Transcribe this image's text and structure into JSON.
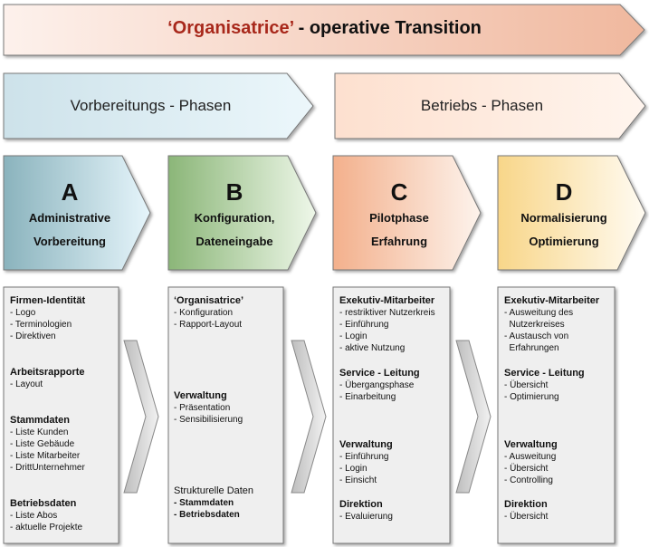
{
  "banner": {
    "title_highlight": "‘Organisatrice’",
    "title_rest": " - operative Transition"
  },
  "phases": [
    {
      "label": "Vorbereitungs - Phasen"
    },
    {
      "label": "Betriebs - Phasen"
    }
  ],
  "stages": [
    {
      "letter": "A",
      "line1": "Administrative",
      "line2": "Vorbereitung",
      "gradient": [
        "#8fb6bf",
        "#e8f6fb"
      ]
    },
    {
      "letter": "B",
      "line1": "Konfiguration,",
      "line2": "Dateneingabe",
      "gradient": [
        "#8db67a",
        "#eef6e8"
      ]
    },
    {
      "letter": "C",
      "line1": "Pilotphase",
      "line2": "Erfahrung",
      "gradient": [
        "#f2b592",
        "#fdf2ea"
      ]
    },
    {
      "letter": "D",
      "line1": "Normalisierung",
      "line2": "Optimierung",
      "gradient": [
        "#f8d88e",
        "#fffaf0"
      ]
    }
  ],
  "cards": [
    {
      "sections": [
        {
          "heading": "Firmen-Identität",
          "items": [
            "- Logo",
            "- Terminologien",
            "- Direktiven"
          ]
        },
        {
          "heading": "Arbeitsrapporte",
          "items": [
            "- Layout"
          ]
        },
        {
          "heading": "Stammdaten",
          "items": [
            "- Liste Kunden",
            "- Liste Gebäude",
            "- Liste Mitarbeiter",
            "- DrittUnternehmer"
          ]
        },
        {
          "heading": "Betriebsdaten",
          "items": [
            "- Liste Abos",
            "- aktuelle Projekte"
          ]
        }
      ]
    },
    {
      "sections": [
        {
          "heading": "‘Organisatrice’",
          "items": [
            "- Konfiguration",
            "- Rapport-Layout"
          ]
        },
        {
          "heading": "Verwaltung",
          "items": [
            "- Präsentation",
            "- Sensibilisierung"
          ]
        },
        {
          "plain": "Strukturelle Daten",
          "bold_items": [
            "- Stammdaten",
            "- Betriebsdaten"
          ]
        }
      ]
    },
    {
      "sections": [
        {
          "heading": "Exekutiv-Mitarbeiter",
          "items": [
            "- restriktiver Nutzerkreis",
            "- Einführung",
            "- Login",
            "- aktive Nutzung"
          ]
        },
        {
          "heading": "Service - Leitung",
          "items": [
            "- Übergangsphase",
            "- Einarbeitung"
          ]
        },
        {
          "heading": "Verwaltung",
          "items": [
            "- Einführung",
            "- Login",
            "- Einsicht"
          ]
        },
        {
          "heading": "Direktion",
          "items": [
            "- Evaluierung"
          ]
        }
      ]
    },
    {
      "sections": [
        {
          "heading": "Exekutiv-Mitarbeiter",
          "items": [
            "- Ausweitung des",
            "  Nutzerkreises",
            "- Austausch von",
            "  Erfahrungen"
          ]
        },
        {
          "heading": "Service - Leitung",
          "items": [
            "- Übersicht",
            "- Optimierung"
          ]
        },
        {
          "heading": "Verwaltung",
          "items": [
            "- Ausweitung",
            "- Übersicht",
            "- Controlling"
          ]
        },
        {
          "heading": "Direktion",
          "items": [
            "- Übersicht"
          ]
        }
      ]
    }
  ],
  "colors": {
    "banner": [
      "#fbebe4",
      "#f1b99f"
    ],
    "phase1": [
      "#cfe3ea",
      "#eaf6fb"
    ],
    "phase2": [
      "#fde2d2",
      "#fff4ec"
    ],
    "card_fill": "#efefef",
    "title_accent": "#a8281b"
  }
}
